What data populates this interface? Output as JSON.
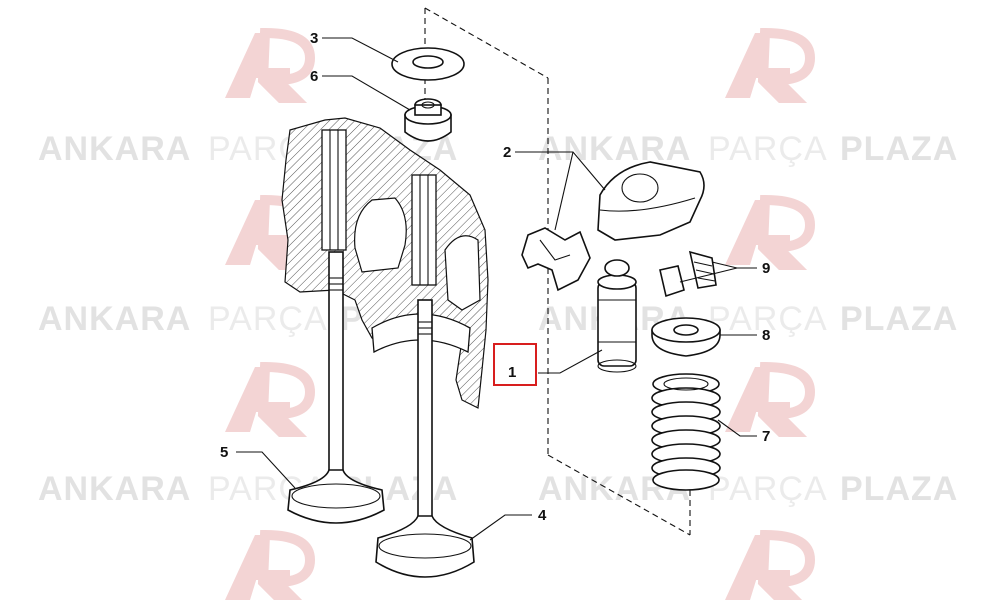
{
  "watermark": {
    "brand_left": "ANKARA",
    "brand_middle": "PARÇA",
    "brand_right": "PLAZA",
    "logo_text": "AP",
    "logo_color": "#f3d4d4",
    "text_color": "#e4e4e4"
  },
  "diagram": {
    "highlight_color": "#d81e1e",
    "callouts": [
      {
        "id": "1",
        "label": "1",
        "part": "hydraulic-tappet",
        "highlighted": true
      },
      {
        "id": "2",
        "label": "2",
        "part": "rocker-arm"
      },
      {
        "id": "3",
        "label": "3",
        "part": "valve-spring-seat-washer"
      },
      {
        "id": "4",
        "label": "4",
        "part": "exhaust-valve"
      },
      {
        "id": "5",
        "label": "5",
        "part": "intake-valve"
      },
      {
        "id": "6",
        "label": "6",
        "part": "valve-stem-seal"
      },
      {
        "id": "7",
        "label": "7",
        "part": "valve-spring"
      },
      {
        "id": "8",
        "label": "8",
        "part": "spring-retainer"
      },
      {
        "id": "9",
        "label": "9",
        "part": "valve-collets"
      }
    ]
  }
}
